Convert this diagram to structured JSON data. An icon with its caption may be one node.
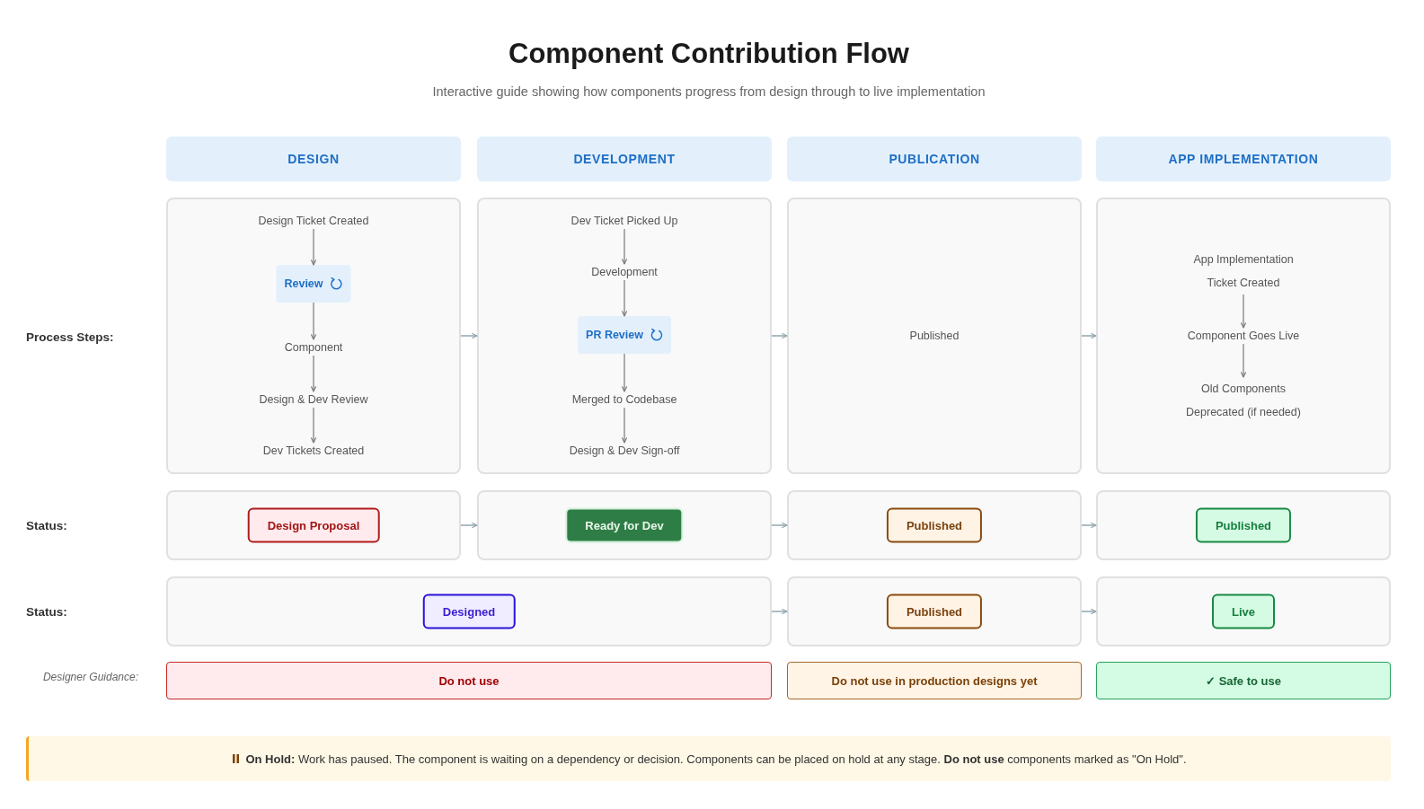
{
  "diagram": {
    "title": "Component Contribution Flow",
    "nodes": [
      {
        "text": [
          "DESIGN"
        ]
      },
      {
        "text": [
          "DEVELOPMENT"
        ]
      },
      {
        "text": [
          "PUBLICATION"
        ]
      },
      {
        "text": [
          "APP IMPLEMENTATION"
        ]
      },
      {
        "text": [],
        "shape": "box"
      },
      {
        "text": [
          "Design Ticket Created"
        ],
        "in": 4
      },
      {
        "text": [
          "Review"
        ],
        "in": 4
      },
      {
        "text": [
          "Component"
        ],
        "in": 4
      },
      {
        "text": [
          "Design & Dev Review"
        ],
        "in": 4
      },
      {
        "text": [
          "Dev Tickets Created"
        ],
        "in": 4
      },
      {
        "text": [],
        "shape": "box"
      },
      {
        "text": [
          "Dev Ticket Picked Up"
        ],
        "in": 10
      },
      {
        "text": [
          "Development"
        ],
        "in": 10
      },
      {
        "text": [
          "PR Review"
        ],
        "in": 10
      },
      {
        "text": [
          "Merged to Codebase"
        ],
        "in": 10
      },
      {
        "text": [
          "Design & Dev Sign-off"
        ],
        "in": 10
      },
      {
        "text": [],
        "shape": "box"
      },
      {
        "text": [
          "Published"
        ],
        "in": 16
      },
      {
        "text": [],
        "shape": "box"
      },
      {
        "text": [
          "App Implementation Ticket Created"
        ],
        "in": 18
      },
      {
        "text": [
          "Component Goes Live"
        ],
        "in": 18
      },
      {
        "text": [
          "Old Components Deprecated (if needed)"
        ],
        "in": 18
      },
      {
        "text": [],
        "shape": "box"
      },
      {
        "text": [
          "Design Proposal"
        ],
        "in": 22
      },
      {
        "text": [],
        "shape": "box"
      },
      {
        "text": [
          "Ready for Dev"
        ],
        "in": 24
      },
      {
        "text": [],
        "shape": "box"
      },
      {
        "text": [
          "Published"
        ],
        "in": 26
      },
      {
        "text": [],
        "shape": "box"
      },
      {
        "text": [
          "Published"
        ],
        "in": 28
      },
      {
        "text": [],
        "shape": "box"
      },
      {
        "text": [
          "Designed"
        ],
        "in": 30
      },
      {
        "text": [],
        "shape": "box"
      },
      {
        "text": [
          "Published"
        ],
        "in": 32
      },
      {
        "text": [],
        "shape": "box"
      },
      {
        "text": [
          "Live"
        ],
        "in": 34
      },
      {
        "text": [
          "Do not use"
        ]
      },
      {
        "text": [
          "Do not use in production designs yet"
        ]
      },
      {
        "text": [
          "✓ Safe to use"
        ]
      },
      {
        "text": [
          "**On Hold:** Work has paused. The component is waiting on a dependency or decision. Components can be placed on hold at any stage. **Do not use** components marked as \"On Hold\"."
        ]
      }
    ],
    "edges": [
      {
        "from": 5,
        "to": 6,
        "arrow": "to"
      },
      {
        "from": 6,
        "to": 7,
        "arrow": "to"
      },
      {
        "from": 7,
        "to": 8,
        "arrow": "to"
      },
      {
        "from": 8,
        "to": 9,
        "arrow": "to"
      },
      {
        "from": 4,
        "to": 10,
        "arrow": "to",
        "color": "#90a4ae"
      },
      {
        "from": 11,
        "to": 12,
        "arrow": "to"
      },
      {
        "from": 12,
        "to": 13,
        "arrow": "to"
      },
      {
        "from": 13,
        "to": 14,
        "arrow": "to"
      },
      {
        "from": 14,
        "to": 15,
        "arrow": "to"
      },
      {
        "from": 10,
        "to": 16,
        "arrow": "to",
        "color": "#90a4ae"
      },
      {
        "from": 16,
        "to": 18,
        "arrow": "to",
        "color": "#90a4ae"
      },
      {
        "from": 19,
        "to": 20,
        "arrow": "to"
      },
      {
        "from": 20,
        "to": 21,
        "arrow": "to"
      },
      {
        "from": 22,
        "to": 24,
        "arrow": "to",
        "color": "#90a4ae"
      },
      {
        "from": 24,
        "to": 26,
        "arrow": "to",
        "color": "#90a4ae"
      },
      {
        "from": 26,
        "to": 28,
        "arrow": "to",
        "color": "#90a4ae"
      },
      {
        "from": 30,
        "to": 32,
        "arrow": "to",
        "color": "#90a4ae"
      },
      {
        "from": 32,
        "to": 34,
        "arrow": "to",
        "color": "#90a4ae"
      }
    ],
    "labels": [
      "Interactive guide showing how components progress from design through to live implementation",
      "Process Steps:",
      "Status:",
      "Status:",
      "Designer Guidance:"
    ]
  }
}
